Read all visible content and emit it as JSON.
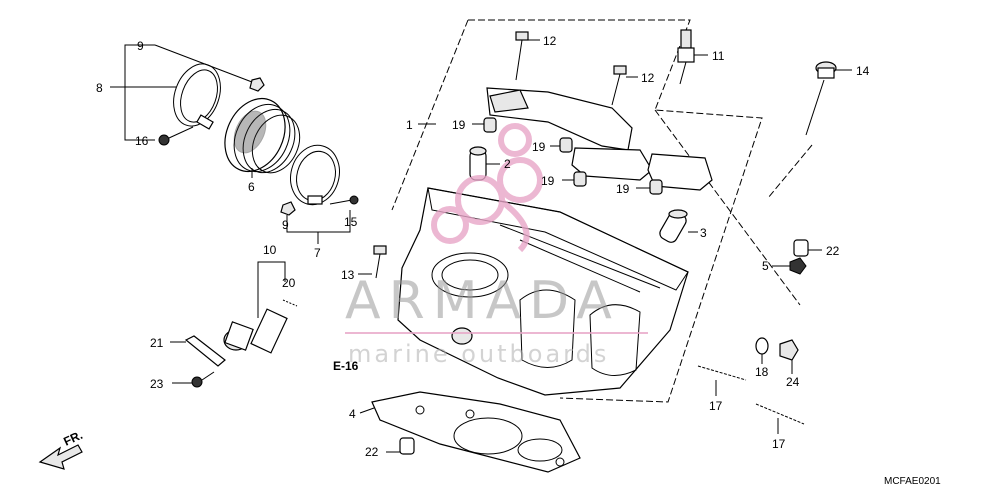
{
  "diagram": {
    "callouts": {
      "c1": "1",
      "c2": "2",
      "c3": "3",
      "c4": "4",
      "c5": "5",
      "c6": "6",
      "c7": "7",
      "c8": "8",
      "c9a": "9",
      "c9b": "9",
      "c10": "10",
      "c11": "11",
      "c12a": "12",
      "c12b": "12",
      "c13": "13",
      "c14": "14",
      "c15": "15",
      "c16": "16",
      "c17a": "17",
      "c17b": "17",
      "c18": "18",
      "c19a": "19",
      "c19b": "19",
      "c19c": "19",
      "c19d": "19",
      "c20": "20",
      "c21": "21",
      "c22a": "22",
      "c22b": "22",
      "c23": "23",
      "c24": "24"
    },
    "reference": "E-16",
    "front_indicator": "FR.",
    "diagram_code": "MCFAE0201",
    "watermark": {
      "brand": "ARMADA",
      "tagline": "marine outboards"
    },
    "colors": {
      "watermark_pink": "#e8a6c8",
      "line": "#000000"
    }
  }
}
